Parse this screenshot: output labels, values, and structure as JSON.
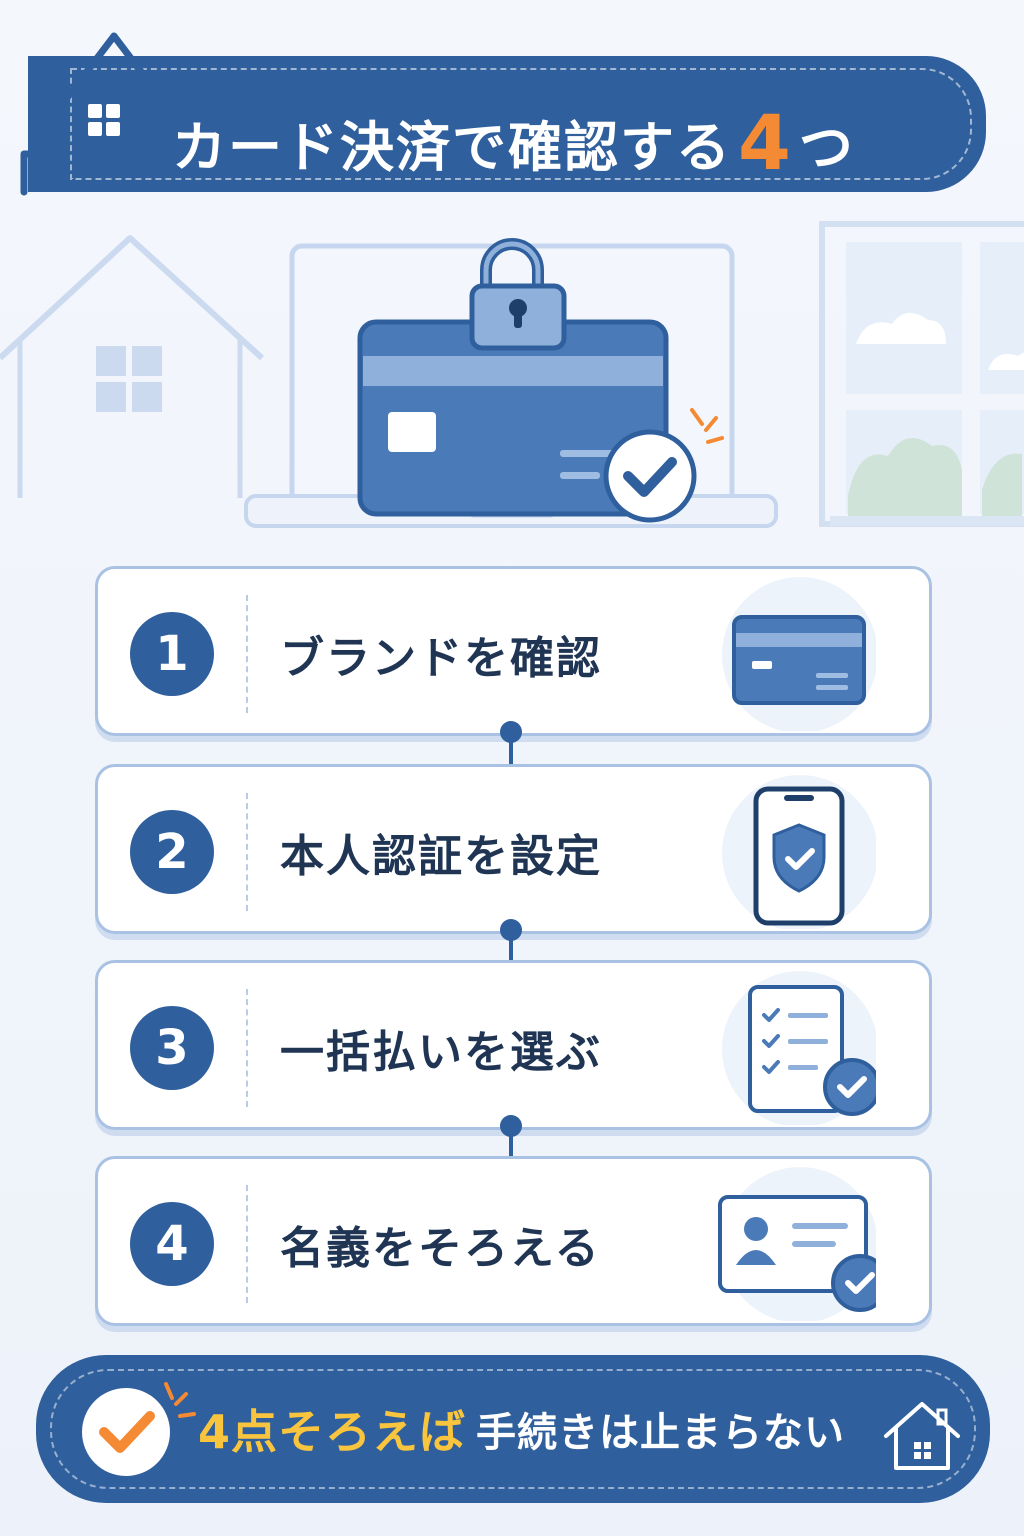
{
  "header": {
    "title_prefix": "カード決済で確認する",
    "title_number": "4",
    "title_suffix": "つ",
    "icon": "house-icon"
  },
  "hero": {
    "icons": [
      "laptop-icon",
      "credit-card-icon",
      "padlock-icon",
      "check-badge-icon",
      "house-outline-icon",
      "window-icon"
    ]
  },
  "steps": [
    {
      "number": "1",
      "label": "ブランドを確認",
      "icon": "credit-card-icon"
    },
    {
      "number": "2",
      "label": "本人認証を設定",
      "icon": "phone-shield-icon"
    },
    {
      "number": "3",
      "label": "一括払いを選ぶ",
      "icon": "checklist-icon"
    },
    {
      "number": "4",
      "label": "名義をそろえる",
      "icon": "id-card-icon"
    }
  ],
  "footer": {
    "highlight": "4点そろえば",
    "rest": "手続きは止まらない",
    "icons": [
      "check-circle-icon",
      "house-icon"
    ]
  },
  "colors": {
    "primary": "#2f5f9c",
    "accent": "#f58a34",
    "highlight": "#f9c43e",
    "card_border": "#a9c2e4",
    "text": "#1f3553"
  }
}
